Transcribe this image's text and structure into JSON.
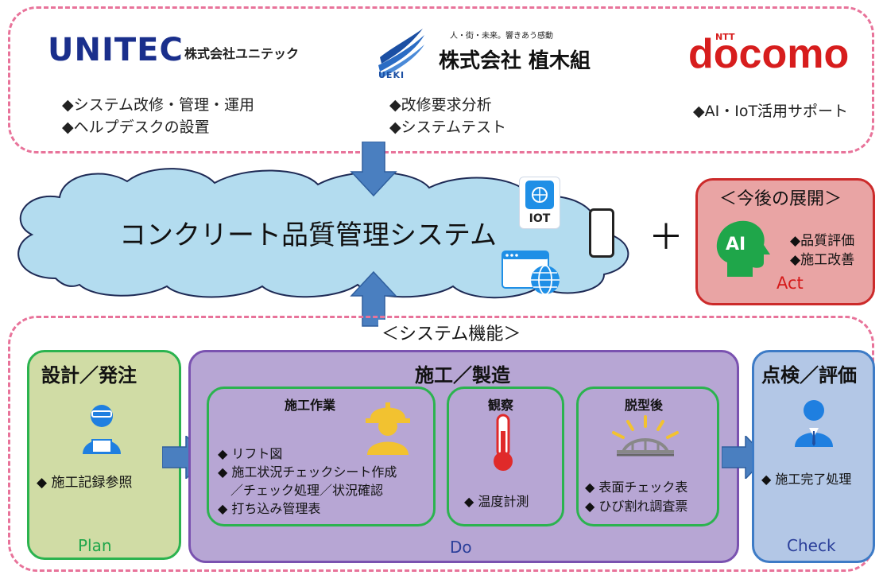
{
  "partners": {
    "unitec": {
      "logo": "UNITEC",
      "company": "株式会社ユニテック",
      "roles": [
        "◆システム改修・管理・運用",
        "◆ヘルプデスクの設置"
      ]
    },
    "ueki": {
      "logo_mark": "UEKI",
      "tagline": "人・街・未来。響きあう感動",
      "company": "株式会社 植木組",
      "roles": [
        "◆改修要求分析",
        "◆システムテスト"
      ]
    },
    "docomo": {
      "ntt": "NTT",
      "logo": "docomo",
      "roles": [
        "◆AI・IoT活用サポート"
      ]
    }
  },
  "system": {
    "title": "コンクリート品質管理システム",
    "iot_label": "IOT",
    "plus": "＋"
  },
  "future": {
    "title": "＜今後の展開＞",
    "ai_label": "AI",
    "items": [
      "◆品質評価",
      "◆施工改善"
    ],
    "footer": "Act"
  },
  "functions": {
    "title": "＜システム機能＞",
    "plan": {
      "title": "設計／発注",
      "items": [
        "◆ 施工記録参照"
      ],
      "footer": "Plan"
    },
    "do": {
      "title": "施工／製造",
      "footer": "Do",
      "work": {
        "title": "施工作業",
        "items": [
          "◆ リフト図",
          "◆ 施工状況チェックシート作成",
          "　／チェック処理／状況確認",
          "◆ 打ち込み管理表"
        ]
      },
      "observe": {
        "title": "観察",
        "items": [
          "◆ 温度計測"
        ]
      },
      "after": {
        "title": "脱型後",
        "items": [
          "◆ 表面チェック表",
          "◆ ひび割れ調査票"
        ]
      }
    },
    "check": {
      "title": "点検／評価",
      "items": [
        "◆ 施工完了処理"
      ],
      "footer": "Check"
    }
  },
  "colors": {
    "dash": "#e8739a",
    "cloud": "#b3dcef",
    "arrow": "#4a7fc0",
    "plan_bg": "#d0dca5",
    "plan_border": "#2bb34f",
    "do_bg": "#b7a6d4",
    "do_border": "#7a52b0",
    "check_bg": "#b3c7e6",
    "check_border": "#3d7bc6",
    "act_bg": "#e9a4a4",
    "act_border": "#cc2a2a"
  }
}
